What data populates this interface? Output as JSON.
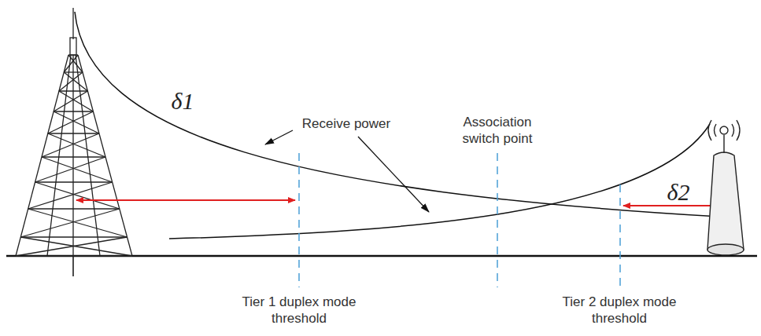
{
  "diagram": {
    "labels": [
      "δ1",
      "Receive power",
      "Association switch point",
      "δ2",
      "Tier 1 duplex mode threshold",
      "Tier 2 duplex mode threshold"
    ]
  }
}
